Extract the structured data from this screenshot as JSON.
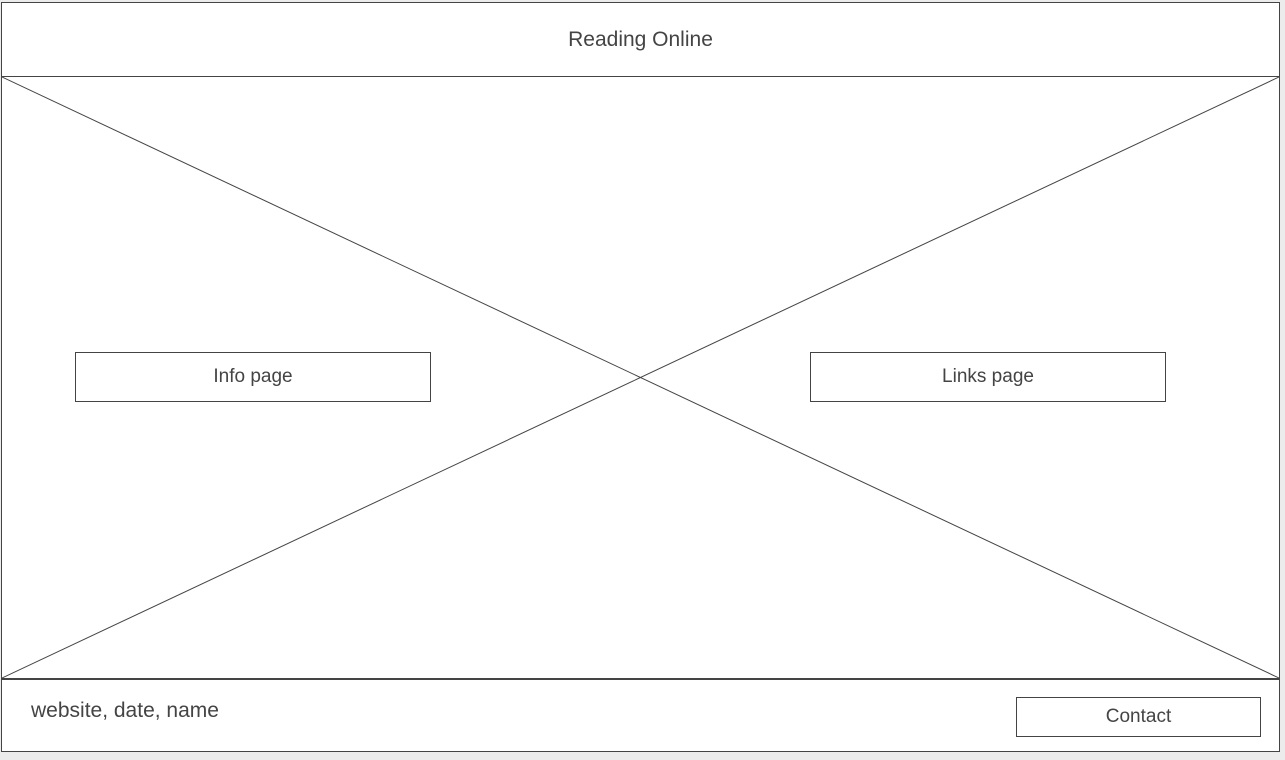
{
  "header": {
    "title": "Reading Online"
  },
  "hero": {
    "image_placeholder": "image-placeholder",
    "info_button_label": "Info page",
    "links_button_label": "Links page"
  },
  "footer": {
    "meta_text": "website, date, name",
    "contact_button_label": "Contact"
  },
  "colors": {
    "stroke": "#444444",
    "background": "#ffffff",
    "page_background": "#ececec"
  }
}
